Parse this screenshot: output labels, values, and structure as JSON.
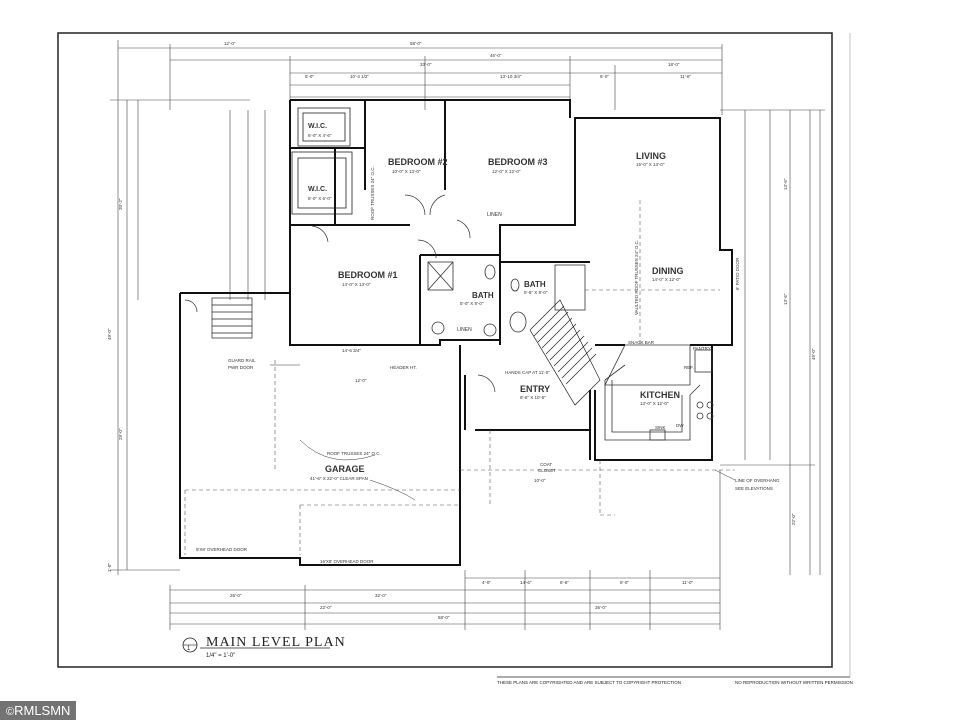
{
  "title_block": {
    "sheet_number": "1",
    "title": "MAIN LEVEL PLAN",
    "scale": "1/4\" = 1'-0\""
  },
  "rooms": {
    "bedroom2": {
      "name": "BEDROOM #2",
      "size": "10'-0\" X 13'-0\""
    },
    "bedroom3": {
      "name": "BEDROOM #3",
      "size": "12'-0\" X 12'-0\""
    },
    "bedroom1": {
      "name": "BEDROOM #1",
      "size": "14'-0\" X 13'-0\""
    },
    "living": {
      "name": "LIVING",
      "size": "15'-0\" X 13'-0\""
    },
    "dining": {
      "name": "DINING",
      "size": "14'-0\" X 12'-0\""
    },
    "kitchen": {
      "name": "KITCHEN",
      "size": "13'-0\" X 12'-0\""
    },
    "entry": {
      "name": "ENTRY",
      "size": "8'-6\" X 10'-5\""
    },
    "bath1": {
      "name": "BATH",
      "size": "5'-0\" X 8'-0\""
    },
    "bath2": {
      "name": "BATH",
      "size": "5'-6\" X 8'-0\""
    },
    "wic1": {
      "name": "W.I.C.",
      "size": "6'-0\" X 4'-6\""
    },
    "wic2": {
      "name": "W.I.C.",
      "size": "6'-0\" X 6'-0\""
    },
    "garage": {
      "name": "GARAGE",
      "note": "41'-6\" X 22'-0\" CLEAR SPAN"
    }
  },
  "labels": {
    "linen": "LINEN",
    "linen2": "LINEN",
    "roof_trusses_garage": "ROOF TRUSSES 24\" O.C.",
    "roof_trusses_bed": "ROOF TRUSSES 24\" O.C.",
    "vaulted": "VAULTED ROOF TRUSSES 24\" O.C.",
    "guard_rail": "GUARD RAIL",
    "pwr_door": "PWR DOOR",
    "snack_bar": "SNACK BAR",
    "pantry": "PANTRY",
    "ref": "REF.",
    "dw": "DW",
    "sink": "SINK",
    "line_of_overhang": "LINE OF OVERHANG",
    "see_elevations": "SEE ELEVATIONS",
    "coat": "COAT",
    "closet": "CLOSET",
    "patio_door": "6' PATIO DOOR",
    "overhead_door_small": "9'X8' OVERHEAD DOOR",
    "overhead_door_large": "16'X8' OVERHEAD DOOR",
    "header_ht": "HEADER HT.",
    "door_cap": "HANDS CAP AT 11'-0\""
  },
  "dimensions": {
    "top_overall": "58'-0\"",
    "top_a": "12'-0\"",
    "top_b": "46'-0\"",
    "top_c": "33'-0\"",
    "top_d": "18'-0\"",
    "top_e": "6'-0\"",
    "top_f": "10'-4 1/2\"",
    "top_g": "13'-10 3/4\"",
    "top_h": "6'-0\"",
    "top_i": "11'-6\"",
    "left_overall": "49'-0\"",
    "left_a": "20'-2\"",
    "left_b": "29'-0\"",
    "left_c": "1'-0\"",
    "right_overall": "49'-0\"",
    "right_a": "13'-6\"",
    "right_b": "13'-6\"",
    "right_c": "22'-0\"",
    "bottom_overall": "58'-0\"",
    "bottom_a": "22'-0\"",
    "bottom_b": "36'-0\"",
    "bottom_c": "32'-0\"",
    "bottom_d": "26'-0\"",
    "bottom_e": "4'-0\"",
    "bottom_f": "6'-6\"",
    "bottom_g": "11'-0\"",
    "bottom_h": "6'-0\"",
    "bottom_i": "14'-6\"",
    "mid_a": "14'-6 3/4\"",
    "mid_b": "12'-0\"",
    "mid_c": "10'-0\""
  },
  "notes": {
    "copyright": "THESE PLANS ARE COPYRIGHTED AND ARE SUBJECT TO COPYRIGHT PROTECTION",
    "reproduction": "NO REPRODUCTION WITHOUT WRITTEN PERMISSION"
  },
  "watermark": {
    "copyright_symbol": "©",
    "text": "RMLSMN"
  }
}
